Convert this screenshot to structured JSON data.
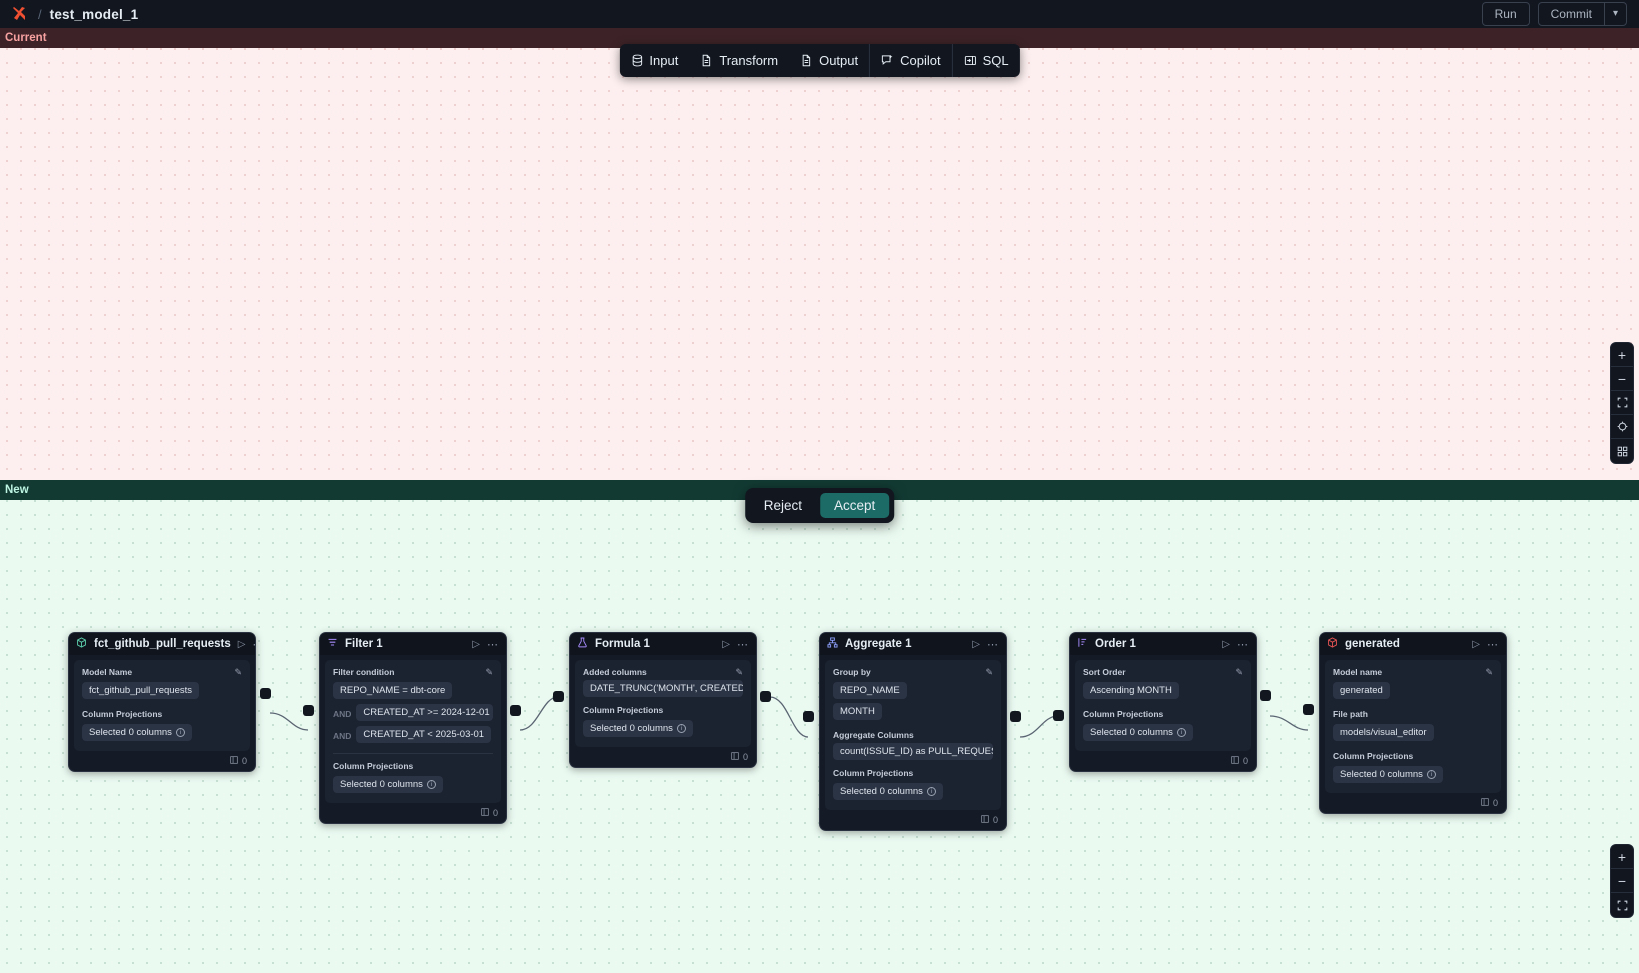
{
  "titlebar": {
    "logo_icon": "x-brand-logo-icon",
    "separator": "/",
    "model_name": "test_model_1",
    "run_label": "Run",
    "commit_label": "Commit",
    "commit_caret_icon": "chevron-down-icon"
  },
  "panels": {
    "top_label": "Current",
    "bottom_label": "New"
  },
  "toolbar": {
    "items": [
      {
        "label": "Input",
        "icon": "database-icon"
      },
      {
        "label": "Transform",
        "icon": "document-icon"
      },
      {
        "label": "Output",
        "icon": "document-icon"
      },
      {
        "label": "Copilot",
        "icon": "copilot-sparkle-icon"
      },
      {
        "label": "SQL",
        "icon": "sql-panel-icon"
      }
    ]
  },
  "diff_actions": {
    "reject_label": "Reject",
    "accept_label": "Accept"
  },
  "zoom_controls_top": [
    {
      "icon": "plus-icon",
      "glyph": "+"
    },
    {
      "icon": "minus-icon",
      "glyph": "−"
    },
    {
      "icon": "fit-view-icon",
      "glyph": ""
    },
    {
      "icon": "center-target-icon",
      "glyph": ""
    },
    {
      "icon": "grid-toggle-icon",
      "glyph": ""
    }
  ],
  "zoom_controls_bottom": [
    {
      "icon": "plus-icon",
      "glyph": "+"
    },
    {
      "icon": "minus-icon",
      "glyph": "−"
    },
    {
      "icon": "fit-view-icon",
      "glyph": ""
    }
  ],
  "nodes": [
    {
      "id": "source",
      "icon": "cube-model-icon",
      "title": "fct_github_pull_requests",
      "row_count": "0",
      "fields": [
        {
          "label": "Model Name",
          "values": [
            "fct_github_pull_requests"
          ]
        },
        {
          "label": "Column Projections",
          "values": [
            "Selected 0 columns"
          ]
        }
      ]
    },
    {
      "id": "filter",
      "icon": "filter-icon",
      "title": "Filter 1",
      "row_count": "0",
      "fields": [
        {
          "label": "Filter condition",
          "values": [
            "REPO_NAME = dbt-core"
          ]
        },
        {
          "label": "Column Projections",
          "values": [
            "Selected 0 columns"
          ]
        }
      ],
      "conditions": [
        {
          "join": "AND",
          "expr": "CREATED_AT >= 2024-12-01"
        },
        {
          "join": "AND",
          "expr": "CREATED_AT < 2025-03-01"
        }
      ]
    },
    {
      "id": "formula",
      "icon": "flask-formula-icon",
      "title": "Formula 1",
      "row_count": "0",
      "fields": [
        {
          "label": "Added columns",
          "values": [
            "DATE_TRUNC('MONTH', CREATED_AT..."
          ]
        },
        {
          "label": "Column Projections",
          "values": [
            "Selected 0 columns"
          ]
        }
      ]
    },
    {
      "id": "aggregate",
      "icon": "aggregate-icon",
      "title": "Aggregate 1",
      "row_count": "0",
      "fields": [
        {
          "label": "Group by",
          "values": [
            "REPO_NAME",
            "MONTH"
          ]
        },
        {
          "label": "Aggregate Columns",
          "values": [
            "count(ISSUE_ID) as PULL_REQUEST_..."
          ]
        },
        {
          "label": "Column Projections",
          "values": [
            "Selected 0 columns"
          ]
        }
      ]
    },
    {
      "id": "order",
      "icon": "sort-order-icon",
      "title": "Order 1",
      "row_count": "0",
      "fields": [
        {
          "label": "Sort Order",
          "values": [
            "Ascending MONTH"
          ]
        },
        {
          "label": "Column Projections",
          "values": [
            "Selected 0 columns"
          ]
        }
      ]
    },
    {
      "id": "generated",
      "icon": "cube-output-icon",
      "title": "generated",
      "row_count": "0",
      "fields": [
        {
          "label": "Model name",
          "values": [
            "generated"
          ]
        },
        {
          "label": "File path",
          "values": [
            "models/visual_editor"
          ]
        },
        {
          "label": "Column Projections",
          "values": [
            "Selected 0 columns"
          ]
        }
      ]
    }
  ],
  "colors": {
    "brand": "#f05032",
    "accept": "#1d6b66",
    "current_panel": "#fdefef",
    "new_panel": "#eafaf1",
    "node_bg": "#151b26"
  }
}
